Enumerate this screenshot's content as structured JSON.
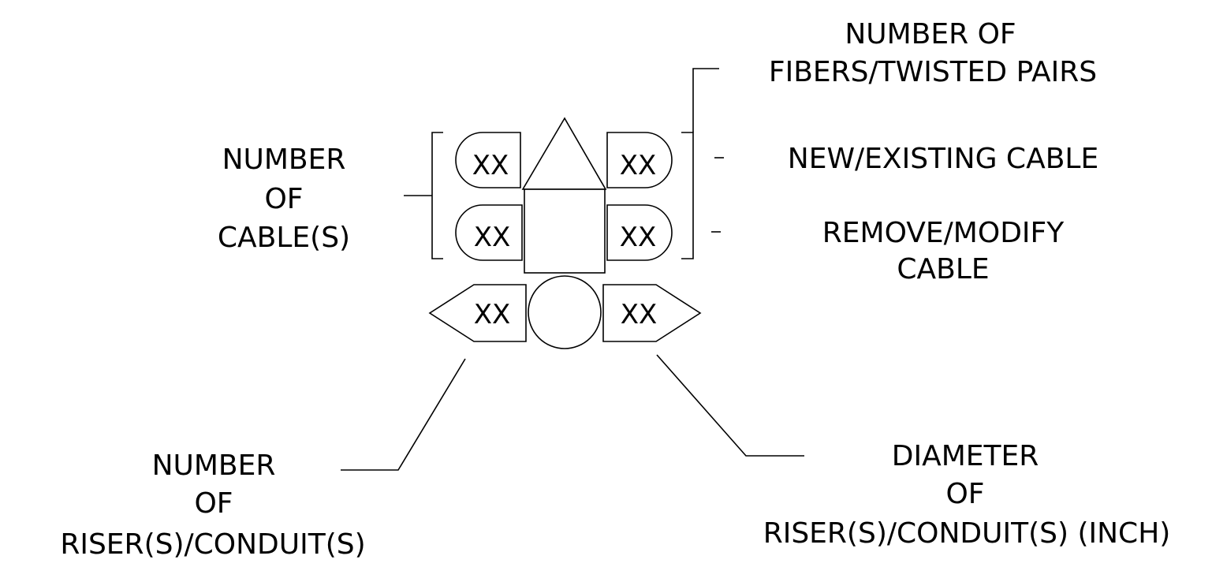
{
  "labels": {
    "number_of_fibers_line1": "NUMBER  OF",
    "number_of_fibers_line2": "FIBERS/TWISTED   PAIRS",
    "new_existing_cable": "NEW/EXISTING   CABLE",
    "remove_modify_line1": "REMOVE/MODIFY",
    "remove_modify_line2": "CABLE",
    "number_of_cables_line1": "NUMBER",
    "number_of_cables_line2": "OF",
    "number_of_cables_line3": "CABLE(S)",
    "number_of_risers_line1": "NUMBER",
    "number_of_risers_line2": "OF",
    "number_of_risers_line3": "RISER(S)/CONDUIT(S)",
    "diameter_line1": "DIAMETER",
    "diameter_line2": "OF",
    "diameter_line3": "RISER(S)/CONDUIT(S) (INCH)"
  },
  "placeholders": {
    "top_left": "XX",
    "top_right": "XX",
    "middle_left": "XX",
    "middle_right": "XX",
    "bottom_left": "XX",
    "bottom_right": "XX"
  }
}
